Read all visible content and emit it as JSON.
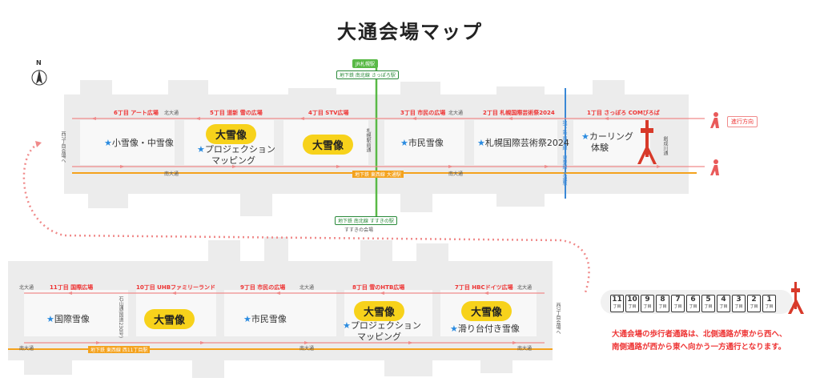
{
  "title": "大通会場マップ",
  "north": "N",
  "jr_station": "JR札幌駅",
  "subway_top": "地下鉄 南北線 さっぽろ駅",
  "subway_bottom": "地下鉄 南北線 すすきの駅",
  "susukino": "すすきの会場",
  "odori_station": "地下鉄 東西線 大通駅",
  "odori_station2": "地下鉄 東西線 西11丁目駅",
  "direction": "進行方向",
  "top_streets": {
    "north_a": "北大通",
    "north_b": "北大通",
    "south": "南大通",
    "south2": "南大通",
    "sapporo_ekimae": "札幌駅前通",
    "soseigawa": "創成川通",
    "west": "西7丁目会場へ",
    "chuo": "地下鉄 南北線・東豊線 大通駅"
  },
  "bottom_streets": {
    "north_a": "北大通",
    "north_b": "北大通",
    "north_c": "北大通",
    "south_a": "南大通",
    "south_b": "南大通",
    "south_c": "南大通",
    "ishiyama": "石山通(国道230号)",
    "east": "西7丁目会場へ"
  },
  "top_chome": [
    {
      "label": "6丁目 アート広場"
    },
    {
      "label": "5丁目 道新 雪の広場"
    },
    {
      "label": "4丁目 STV広場"
    },
    {
      "label": "3丁目 市民の広場"
    },
    {
      "label": "2丁目 札幌国際芸術祭2024"
    },
    {
      "label": "1丁目 さっぽろ COMびろば"
    }
  ],
  "bottom_chome": [
    {
      "label": "11丁目 国際広場"
    },
    {
      "label": "10丁目 UHBファミリーランド"
    },
    {
      "label": "9丁目 市民の広場"
    },
    {
      "label": "8丁目 雪のHTB広場"
    },
    {
      "label": "7丁目 HBCドイツ広場"
    }
  ],
  "snow_big": "大雪像",
  "sites": {
    "t6": "小雪像・中雪像",
    "t5a": "プロジェクション",
    "t5b": "マッピング",
    "t3": "市民雪像",
    "t2": "札幌国際芸術祭2024",
    "t1a": "カーリング",
    "t1b": "体験",
    "b11": "国際雪像",
    "b9": "市民雪像",
    "b8a": "プロジェクション",
    "b8b": "マッピング",
    "b7": "滑り台付き雪像"
  },
  "chome_chips": [
    "11",
    "10",
    "9",
    "8",
    "7",
    "6",
    "5",
    "4",
    "3",
    "2",
    "1"
  ],
  "chome_unit": "丁目",
  "note_line1": "大通会場の歩行者通路は、北側通路が東から西へ、",
  "note_line2": "南側通路が西から東へ向かう一方通行となります。",
  "colors": {
    "arrow": "#f08a8a",
    "nanboku": "#59b946",
    "tozai": "#f4a21d",
    "toho": "#3a88d6",
    "snow": "#f7d21b",
    "tower": "#d83a2a"
  }
}
